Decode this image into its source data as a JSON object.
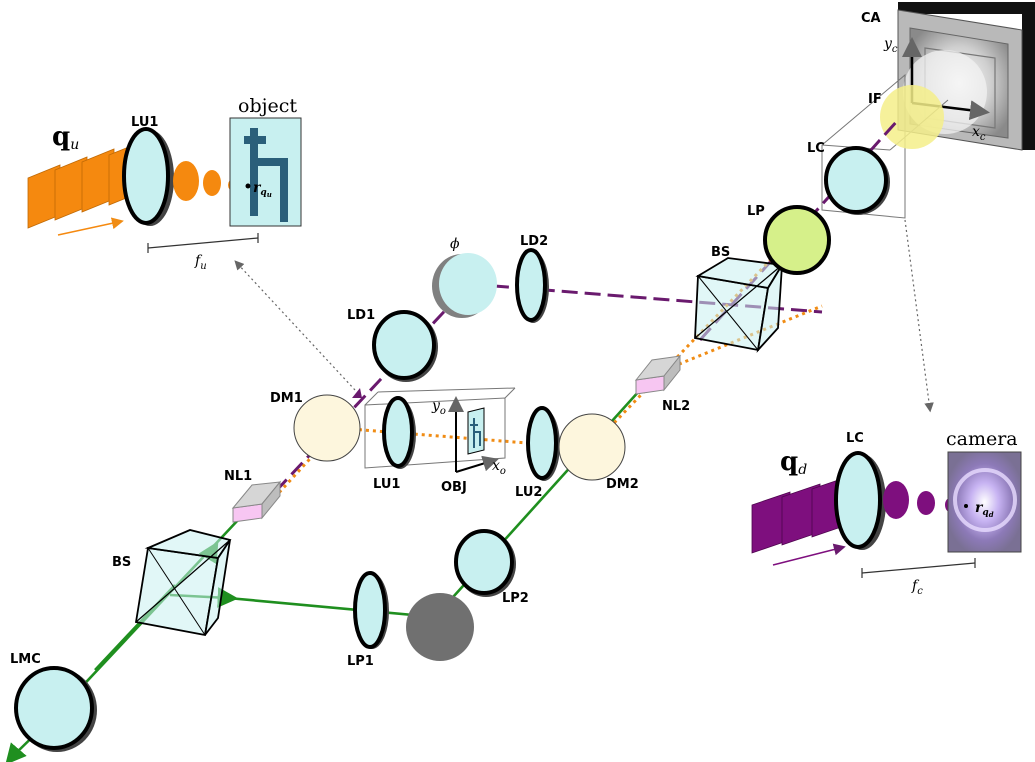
{
  "labels": {
    "LMC": "LMC",
    "BS_lower": "BS",
    "LP1": "LP1",
    "LP2": "LP2",
    "NL1": "NL1",
    "DM1": "DM1",
    "LD1": "LD1",
    "LD2": "LD2",
    "phi": "ϕ",
    "LU1_center": "LU1",
    "OBJ": "OBJ",
    "LU2": "LU2",
    "DM2": "DM2",
    "NL2": "NL2",
    "BS_upper": "BS",
    "LP": "LP",
    "LC": "LC",
    "IF": "IF",
    "CA": "CA",
    "yc": "y",
    "yc_sub": "c",
    "xc": "x",
    "xc_sub": "c",
    "yo": "y",
    "yo_sub": "o",
    "xo": "x",
    "xo_sub": "o"
  },
  "inset_object": {
    "title": "object",
    "lens_label": "LU1",
    "q": "q",
    "q_sub": "u",
    "r": "r",
    "r_sub": "q",
    "r_subsub": "u",
    "focal": "f",
    "focal_sub": "u"
  },
  "inset_camera": {
    "title": "camera",
    "lens_label": "LC",
    "q": "q",
    "q_sub": "d",
    "r": "r",
    "r_sub": "q",
    "r_subsub": "d",
    "focal": "f",
    "focal_sub": "c"
  },
  "colors": {
    "pump_green": "#1f8f1f",
    "signal_purple": "#6a1a6e",
    "idler_orange": "#f08c14",
    "optic_fill": "#c8f0f0",
    "filter_yellow": "#f5ef8a",
    "polarizer_green": "#d6f08a",
    "camera_gray": "#b9b9b9"
  },
  "icons": [
    "lens-icon",
    "beam-splitter-icon",
    "dichroic-mirror-icon",
    "mirror-icon",
    "nonlinear-crystal-icon",
    "camera-icon",
    "filter-icon",
    "object-mask-icon"
  ]
}
